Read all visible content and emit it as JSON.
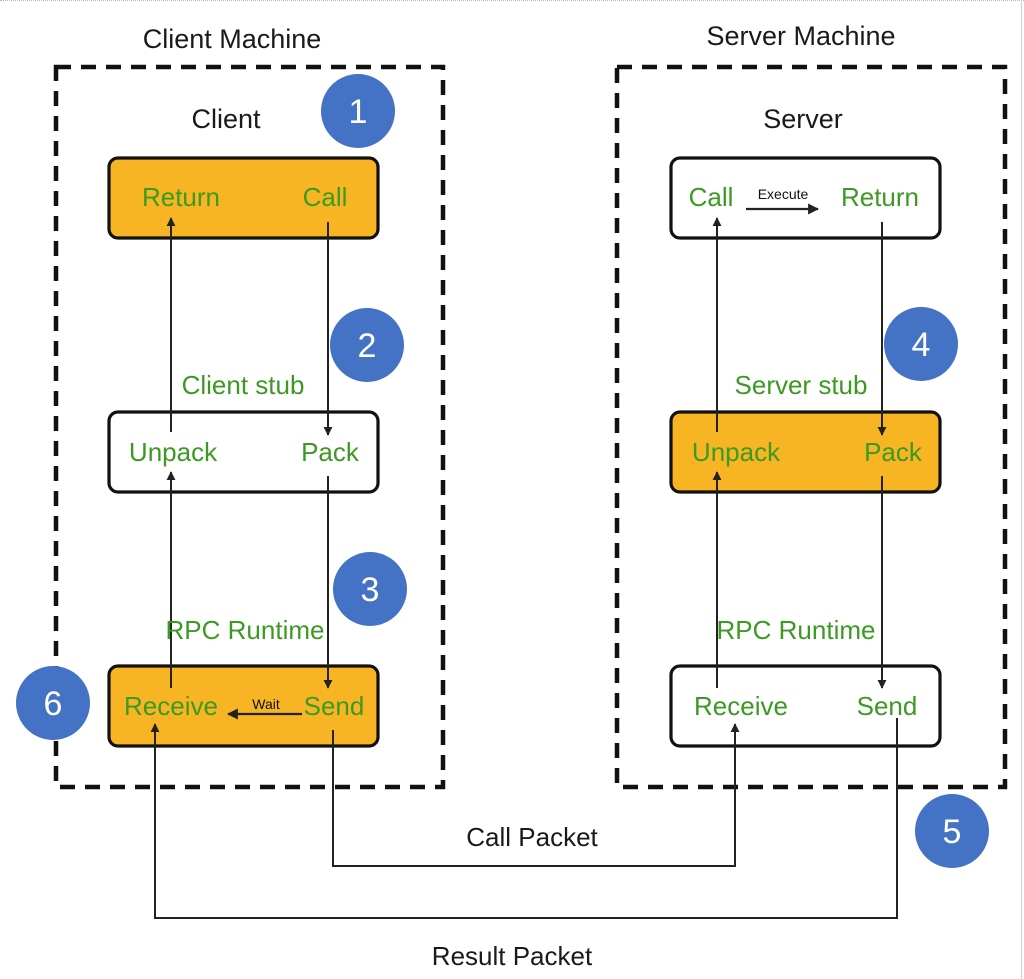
{
  "client": {
    "machine_label": "Client Machine",
    "client_label": "Client",
    "stub_label": "Client stub",
    "runtime_label": "RPC Runtime",
    "return_label": "Return",
    "call_label": "Call",
    "unpack_label": "Unpack",
    "pack_label": "Pack",
    "receive_label": "Receive",
    "wait_label": "Wait",
    "send_label": "Send"
  },
  "server": {
    "machine_label": "Server Machine",
    "server_label": "Server",
    "stub_label": "Server stub",
    "runtime_label": "RPC Runtime",
    "call_label": "Call",
    "execute_label": "Execute",
    "return_label": "Return",
    "unpack_label": "Unpack",
    "pack_label": "Pack",
    "receive_label": "Receive",
    "send_label": "Send"
  },
  "packets": {
    "call_packet": "Call Packet",
    "result_packet": "Result Packet"
  },
  "steps": [
    "1",
    "2",
    "3",
    "4",
    "5",
    "6"
  ],
  "colors": {
    "highlight": "#f7b524",
    "label_green": "#3c9a23",
    "badge_blue": "#4472c4"
  }
}
